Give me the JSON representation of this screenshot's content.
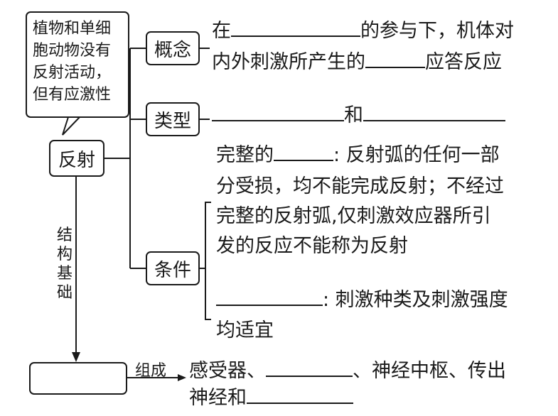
{
  "note": {
    "lines": [
      "植物和单细",
      "胞动物没有",
      "反射活动，",
      "但有应激性"
    ]
  },
  "center": {
    "label": "反射"
  },
  "branches": {
    "concept": {
      "label": "概念",
      "line1_before": "在",
      "line1_after": "的参与下，机体对",
      "line2_before": "内外刺激所产生的",
      "line2_after": "应答反应"
    },
    "types": {
      "label": "类型",
      "joiner": "和"
    },
    "conditions": {
      "label": "条件",
      "p1_before": "完整的",
      "p1_after": ": 反射弧的任何一部",
      "p1_line2": "分受损，均不能完成反射；不经过",
      "p1_line3": "完整的反射弧,仅刺激效应器所引",
      "p1_line4": "发的反应不能称为反射",
      "p2_after": ": 刺激种类及刺激强度",
      "p2_line2": "均适宜"
    }
  },
  "structure": {
    "vertical_label": [
      "结",
      "构",
      "基",
      "础"
    ],
    "arrow_label": "组成",
    "line1_before": "感受器、",
    "line1_middle": "、神经中枢、传出",
    "line2_before": "神经和"
  }
}
